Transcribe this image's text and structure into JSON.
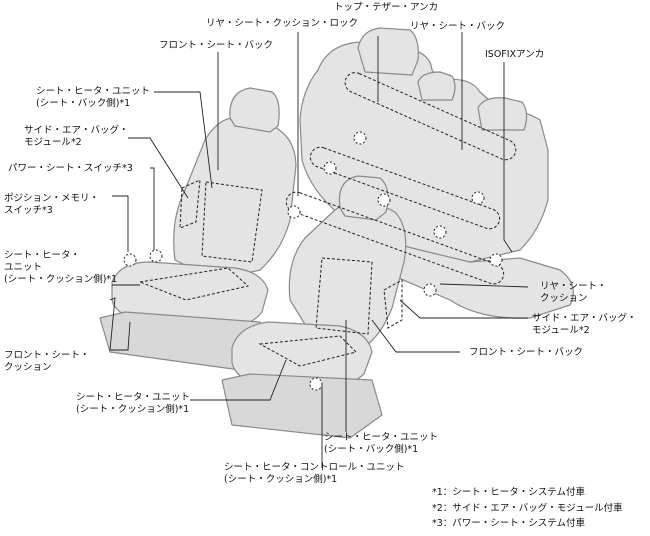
{
  "labels": {
    "top_tether_anchor": "トップ・テザー・アンカ",
    "rear_cushion_lock": "リヤ・シート・クッション・ロック",
    "rear_seat_back": "リヤ・シート・バック",
    "front_seat_back_top": "フロント・シート・バック",
    "isofix_anchor": "ISOFIXアンカ",
    "heater_unit_back_1": "シート・ヒータ・ユニット",
    "heater_unit_back_2": "(シート・バック側)*1",
    "side_airbag_left_1": "サイド・エア・バッグ・",
    "side_airbag_left_2": "モジュール*2",
    "power_seat_switch": "パワー・シート・スイッチ*3",
    "memory_switch_1": "ポジション・メモリ・",
    "memory_switch_2": "スイッチ*3",
    "heater_unit_cushion_left_1": "シート・ヒータ・",
    "heater_unit_cushion_left_2": "ユニット",
    "heater_unit_cushion_left_3": "(シート・クッション側)*1",
    "front_cushion_1": "フロント・シート・",
    "front_cushion_2": "クッション",
    "heater_unit_cushion_bottom_1": "シート・ヒータ・ユニット",
    "heater_unit_cushion_bottom_2": "(シート・クッション側)*1",
    "heater_unit_back_bottom_1": "シート・ヒータ・ユニット",
    "heater_unit_back_bottom_2": "(シート・バック側)*1",
    "heater_control_1": "シート・ヒータ・コントロール・ユニット",
    "heater_control_2": "(シート・クッション側)*1",
    "rear_cushion_1": "リヤ・シート・",
    "rear_cushion_2": "クッション",
    "side_airbag_right_1": "サイド・エア・バッグ・",
    "side_airbag_right_2": "モジュール*2",
    "front_seat_back_right": "フロント・シート・バック"
  },
  "footnotes": [
    "*1：シート・ヒータ・システム付車",
    "*2：サイド・エア・バッグ・モジュール付車",
    "*3：パワー・シート・システム付車"
  ]
}
